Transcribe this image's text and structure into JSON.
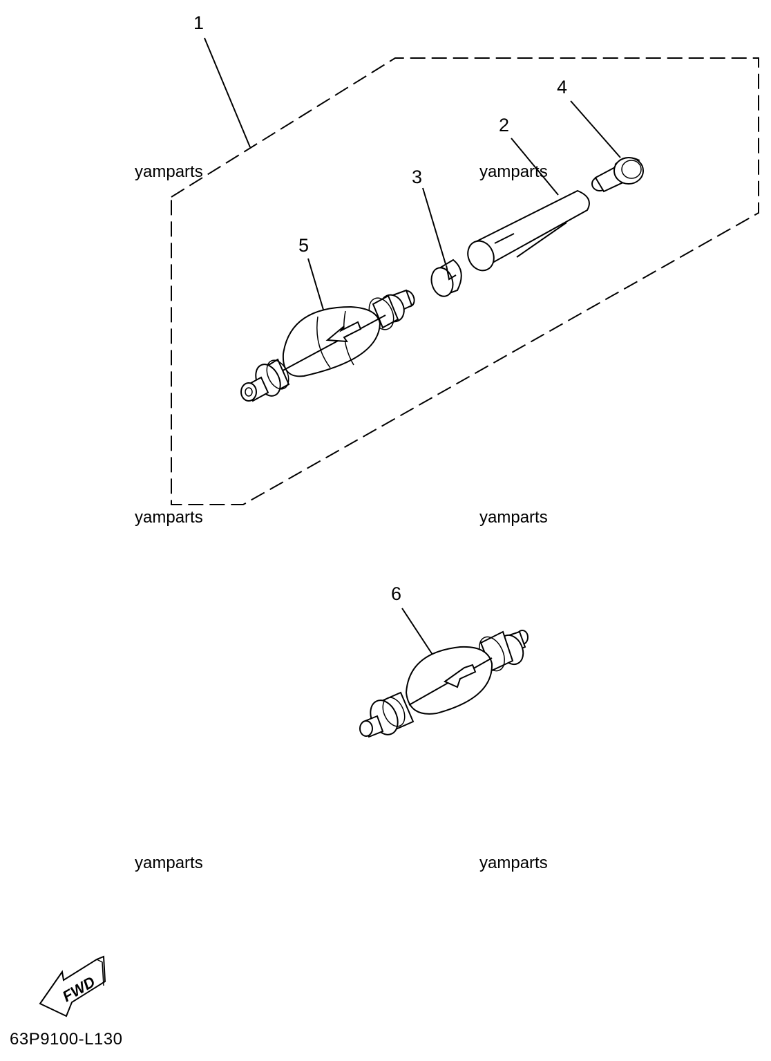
{
  "callouts": [
    "1",
    "2",
    "3",
    "4",
    "5",
    "6"
  ],
  "watermark": "yamparts",
  "fwd_label": "FWD",
  "diagram_code": "63P9100-L130",
  "icons": {
    "fwd": "fwd-arrow-icon"
  }
}
